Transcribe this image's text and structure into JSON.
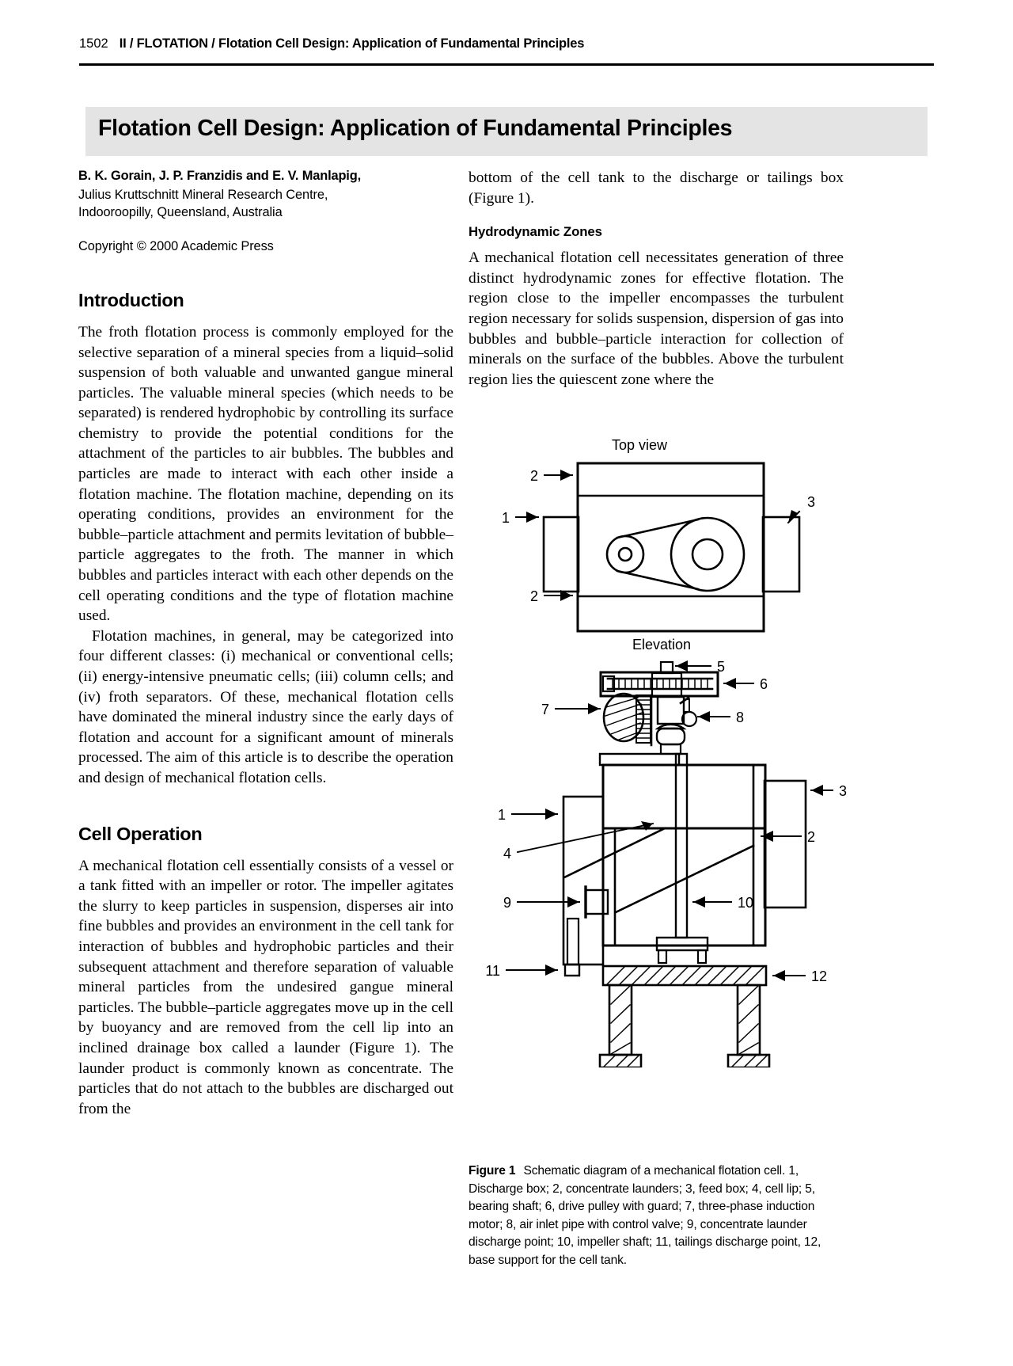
{
  "running_head": {
    "folio": "1502",
    "section": "II / FLOTATION / Flotation Cell Design: Application of Fundamental Principles"
  },
  "banner": {
    "title": "Flotation Cell Design: Application of Fundamental Principles",
    "background": "#e4e4e4"
  },
  "byline": {
    "authors": "B. K. Gorain, J. P. Franzidis and E. V. Manlapig,",
    "affiliation_line1": "Julius Kruttschnitt Mineral Research Centre,",
    "affiliation_line2": "Indooroopilly, Queensland, Australia",
    "copyright": "Copyright © 2000 Academic Press"
  },
  "left_column": {
    "heading_introduction": "Introduction",
    "intro_para1": "The froth flotation process is commonly employed for the selective separation of a mineral species from a liquid–solid suspension of both valuable and unwanted gangue mineral particles. The valuable mineral species (which needs to be separated) is rendered hydrophobic by controlling its surface chemistry to provide the potential conditions for the attachment of the particles to air bubbles. The bubbles and particles are made to interact with each other inside a flotation machine. The flotation machine, depending on its operating conditions, provides an environment for the bubble–particle attachment and permits levitation of bubble–particle aggregates to the froth. The manner in which bubbles and particles interact with each other depends on the cell operating conditions and the type of flotation machine used.",
    "intro_para2": "Flotation machines, in general, may be categorized into four different classes: (i) mechanical or conventional cells; (ii) energy-intensive pneumatic cells; (iii) column cells; and (iv) froth separators. Of these, mechanical flotation cells have dominated the mineral industry since the early days of flotation and account for a significant amount of minerals processed. The aim of this article is to describe the operation and design of mechanical flotation cells.",
    "heading_cell_operation": "Cell Operation",
    "cell_para1": "A mechanical flotation cell essentially consists of a vessel or a tank fitted with an impeller or rotor. The impeller agitates the slurry to keep particles in suspension, disperses air into fine bubbles and provides an environment in the cell tank for interaction of bubbles and hydrophobic particles and their subsequent attachment and therefore separation of valuable mineral particles from the undesired gangue mineral particles. The bubble–particle aggregates move up in the cell by buoyancy and are removed from the cell lip into an inclined drainage box called a launder (Figure 1). The launder product is commonly known as concentrate. The particles that do not attach to the bubbles are discharged out from the"
  },
  "right_column": {
    "cell_para1_cont": "bottom of the cell tank to the discharge or tailings box (Figure 1).",
    "heading_hydrodynamic_zones": "Hydrodynamic Zones",
    "hydro_para1": "A mechanical flotation cell necessitates generation of three distinct hydrodynamic zones for effective flotation. The region close to the impeller encompasses the turbulent region necessary for solids suspension, dispersion of gas into bubbles and bubble–particle interaction for collection of minerals on the surface of the bubbles. Above the turbulent region lies the quiescent zone where the"
  },
  "figure": {
    "top_view_label": "Top view",
    "elevation_label": "Elevation",
    "callouts": [
      "1",
      "2",
      "3",
      "4",
      "5",
      "6",
      "7",
      "8",
      "9",
      "10",
      "11",
      "12"
    ],
    "caption_label": "Figure 1",
    "caption_text": "Schematic diagram of a mechanical flotation cell. 1, Discharge box; 2, concentrate launders; 3, feed box; 4, cell lip; 5, bearing shaft; 6, drive pulley with guard; 7, three-phase induction motor; 8, air inlet pipe with control valve; 9, concentrate launder discharge point; 10, impeller shaft; 11, tailings discharge point, 12, base support for the cell tank."
  }
}
